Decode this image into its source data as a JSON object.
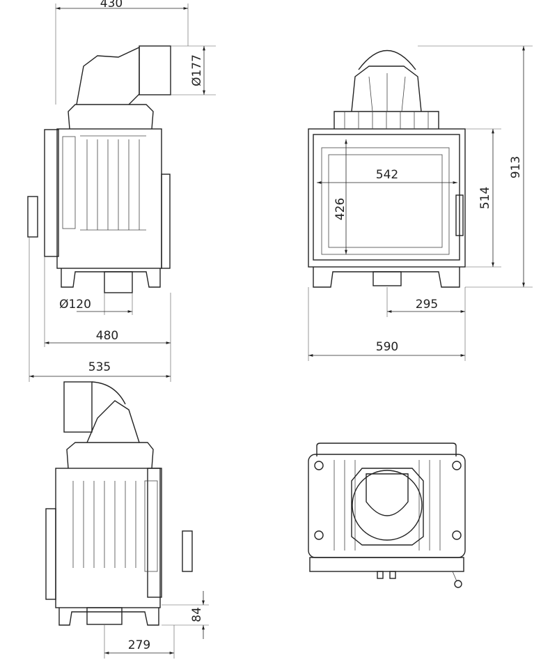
{
  "title": "Fireplace insert dimension drawing",
  "views": {
    "side_left": {
      "width_top": "430",
      "flue_diameter": "Ø177",
      "flue_inlet": "Ø120",
      "depth": "480",
      "depth_total": "535"
    },
    "front": {
      "glass_width": "542",
      "glass_height": "426",
      "body_height": "514",
      "total_height": "913",
      "flue_offset": "295",
      "width": "590"
    },
    "side_right": {
      "foot_height": "84",
      "flue_offset": "279"
    },
    "top": {}
  },
  "colors": {
    "line": "#222222",
    "background": "#ffffff"
  }
}
